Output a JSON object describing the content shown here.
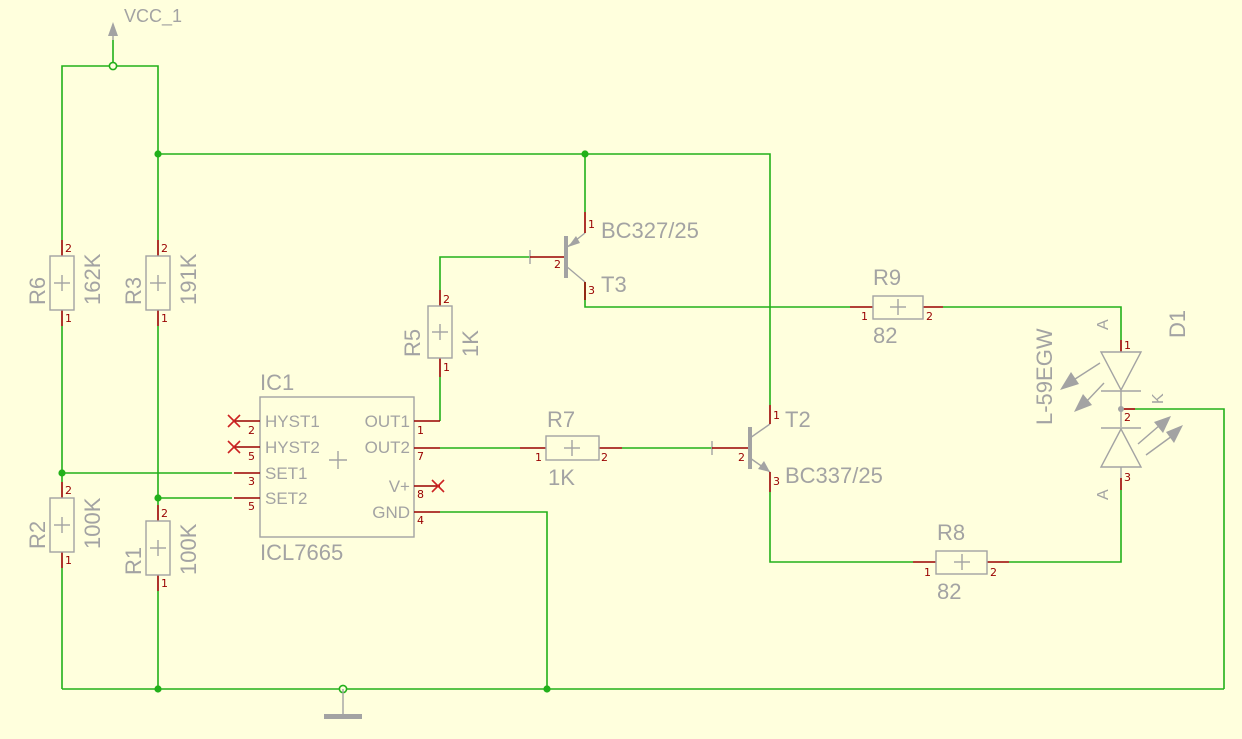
{
  "supply": {
    "name": "VCC_1"
  },
  "resistors": [
    {
      "name": "R6",
      "value": "162K",
      "pin1": "1",
      "pin2": "2"
    },
    {
      "name": "R3",
      "value": "191K",
      "pin1": "1",
      "pin2": "2"
    },
    {
      "name": "R2",
      "value": "100K",
      "pin1": "1",
      "pin2": "2"
    },
    {
      "name": "R1",
      "value": "100K",
      "pin1": "1",
      "pin2": "2"
    },
    {
      "name": "R5",
      "value": "1K",
      "pin1": "1",
      "pin2": "2"
    },
    {
      "name": "R7",
      "value": "1K",
      "pin1": "1",
      "pin2": "2"
    },
    {
      "name": "R9",
      "value": "82",
      "pin1": "1",
      "pin2": "2"
    },
    {
      "name": "R8",
      "value": "82",
      "pin1": "1",
      "pin2": "2"
    }
  ],
  "ic": {
    "name": "IC1",
    "part": "ICL7665",
    "pins": [
      {
        "label": "HYST1",
        "num": "2"
      },
      {
        "label": "HYST2",
        "num": "5"
      },
      {
        "label": "SET1",
        "num": "3"
      },
      {
        "label": "SET2",
        "num": "5"
      },
      {
        "label": "OUT1",
        "num": "1"
      },
      {
        "label": "OUT2",
        "num": "7"
      },
      {
        "label": "V+",
        "num": "8"
      },
      {
        "label": "GND",
        "num": "4"
      }
    ]
  },
  "transistors": [
    {
      "name": "T3",
      "part": "BC327/25",
      "pins": [
        "1",
        "2",
        "3"
      ]
    },
    {
      "name": "T2",
      "part": "BC337/25",
      "pins": [
        "1",
        "2",
        "3"
      ]
    }
  ],
  "led": {
    "name": "D1",
    "part": "L-59EGW",
    "anode_label": "A",
    "cathode_label": "K",
    "pins": [
      "1",
      "2",
      "3"
    ]
  }
}
